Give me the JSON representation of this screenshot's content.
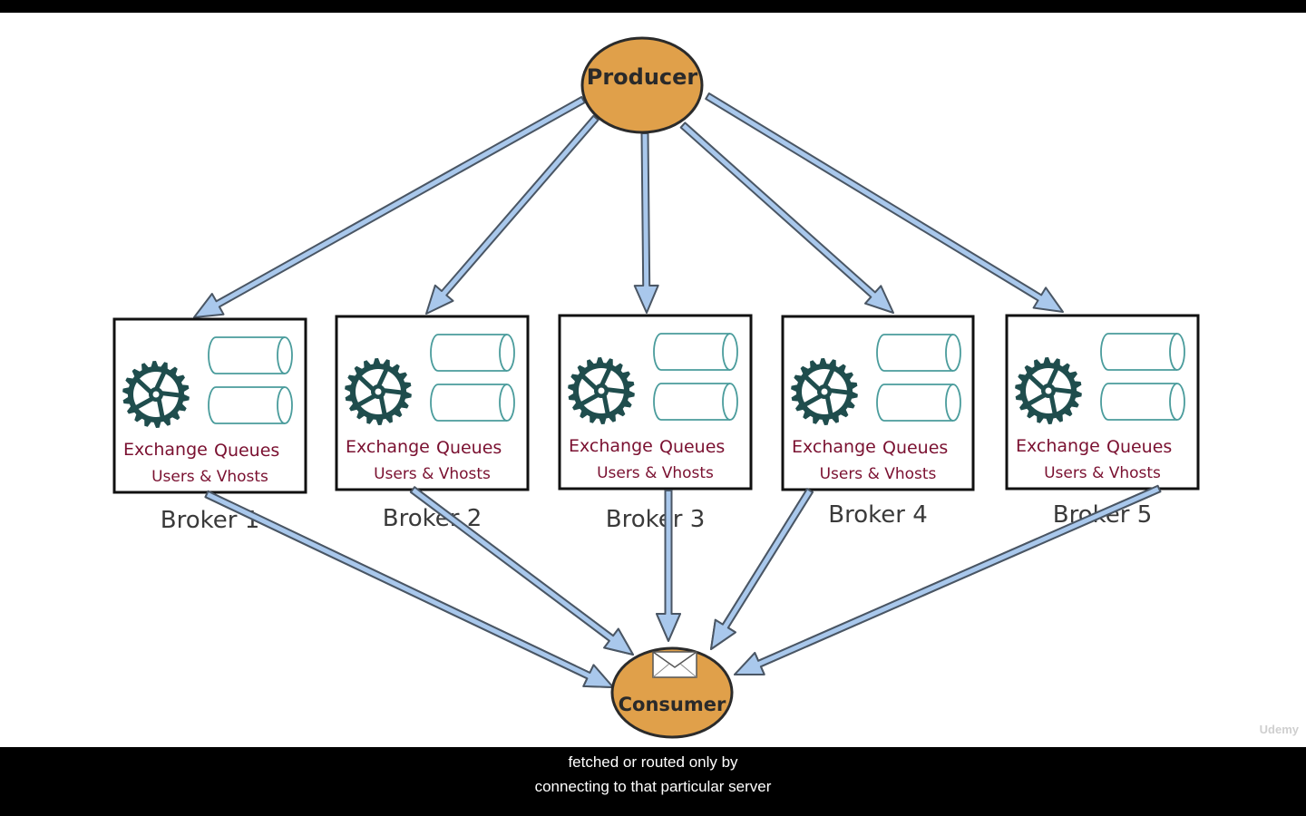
{
  "producer": {
    "label": "Producer"
  },
  "consumer": {
    "label": "Consumer",
    "icon": "envelope-icon"
  },
  "brokers": [
    {
      "title": "Broker 1",
      "exchange_label": "Exchange",
      "queues_label": "Queues",
      "users_label": "Users & Vhosts"
    },
    {
      "title": "Broker 2",
      "exchange_label": "Exchange",
      "queues_label": "Queues",
      "users_label": "Users & Vhosts"
    },
    {
      "title": "Broker 3",
      "exchange_label": "Exchange",
      "queues_label": "Queues",
      "users_label": "Users & Vhosts"
    },
    {
      "title": "Broker 4",
      "exchange_label": "Exchange",
      "queues_label": "Queues",
      "users_label": "Users & Vhosts"
    },
    {
      "title": "Broker 5",
      "exchange_label": "Exchange",
      "queues_label": "Queues",
      "users_label": "Users & Vhosts"
    }
  ],
  "caption": {
    "line1": "fetched or routed only by",
    "line2": "connecting to that particular server"
  },
  "watermark": "Udemy",
  "colors": {
    "node_fill": "#e0a04a",
    "arrow_fill": "#a9c8ec",
    "arrow_stroke": "#4a5664",
    "gear": "#1f4d4d",
    "queue_stroke": "#4a9c9c",
    "label_text": "#7a1030",
    "broker_title": "#3a3a3a"
  }
}
